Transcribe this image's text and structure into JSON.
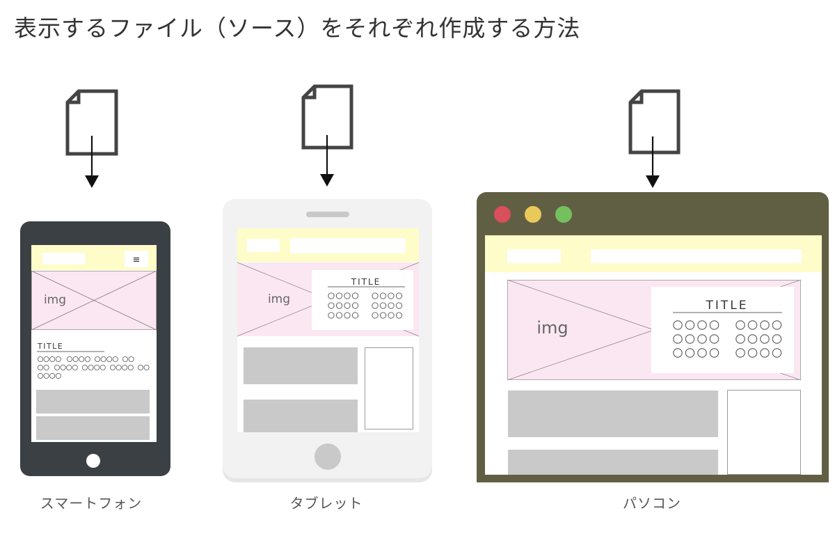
{
  "title": "表示するファイル（ソース）をそれぞれ作成する方法",
  "colors": {
    "header_yellow": "#fefcc8",
    "image_pink": "#fbe7f1",
    "placeholder_gray": "#c8c9c8",
    "smartphone_body": "#3b4045",
    "tablet_body": "#f2f2f3",
    "pc_frame": "#615f43",
    "dot_red": "#d94f5c",
    "dot_yellow": "#e8c95a",
    "dot_green": "#74c05e"
  },
  "devices": [
    {
      "id": "smartphone",
      "label": "スマートフォン",
      "menu_glyph": "≡",
      "img_label": "img",
      "card_title": "TITLE"
    },
    {
      "id": "tablet",
      "label": "タブレット",
      "img_label": "img",
      "card_title": "TITLE"
    },
    {
      "id": "pc",
      "label": "パソコン",
      "img_label": "img",
      "card_title": "TITLE"
    }
  ]
}
